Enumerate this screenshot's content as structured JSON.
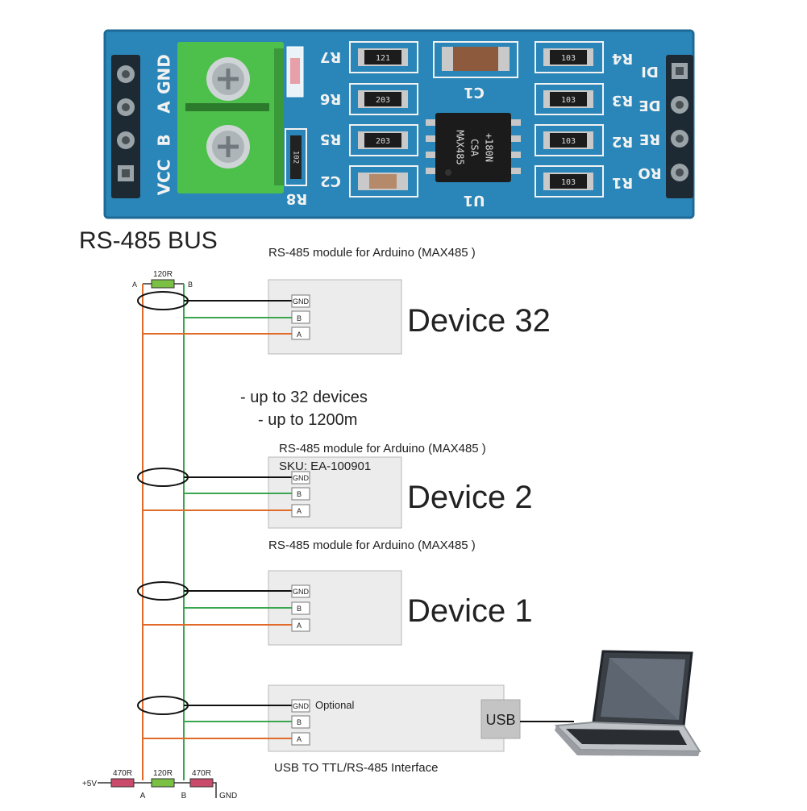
{
  "board": {
    "left_pins": [
      "GND",
      "A",
      "B",
      "VCC"
    ],
    "right_pins": [
      "DI",
      "DE",
      "RE",
      "RO"
    ],
    "labels": [
      "R7",
      "R6",
      "R5",
      "C2",
      "R8",
      "C1",
      "U1",
      "R4",
      "R3",
      "R2",
      "R1"
    ],
    "resistor_codes": [
      "121",
      "203",
      "203",
      "102",
      "103",
      "103",
      "103",
      "103"
    ],
    "chip_marking": [
      "MAX485",
      "CSA",
      "+180N"
    ],
    "colors": {
      "pcb": "#2a86b8",
      "terminal": "#4cc04a",
      "silk": "#f2f2f2"
    }
  },
  "diagram": {
    "title": "RS-485 BUS",
    "bus_labels": {
      "a": "A",
      "b": "B"
    },
    "top_resistor": "120R",
    "bottom": {
      "vplus": "+5V",
      "r_left": "470R",
      "r_mid": "120R",
      "r_right": "470R",
      "a": "A",
      "b": "B",
      "gnd": "GND"
    },
    "notes": [
      "- up to 32 devices",
      "- up to 1200m"
    ],
    "pin_labels": {
      "gnd": "GND",
      "b": "B",
      "a": "A"
    },
    "devices": [
      {
        "caption": "RS-485 module for Arduino (MAX485 )",
        "name": "Device 32"
      },
      {
        "caption": "RS-485 module for Arduino (MAX485 )",
        "sku": "SKU: EA-100901",
        "name": "Device 2"
      },
      {
        "caption": "RS-485 module for Arduino (MAX485 )",
        "name": "Device 1"
      }
    ],
    "interface": {
      "optional": "Optional",
      "usb": "USB",
      "caption": "USB TO TTL/RS-485 Interface"
    },
    "colors": {
      "wire_a": "#e06a2a",
      "wire_b": "#3aa650",
      "wire_gnd": "#111111",
      "resistor": "#7ac043",
      "box": "#ececec"
    }
  }
}
